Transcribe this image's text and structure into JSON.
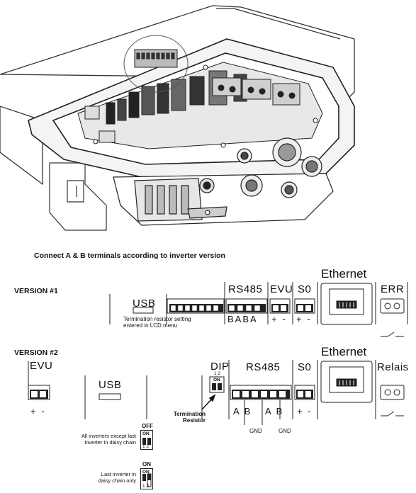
{
  "caption": "Connect A & B terminals according to inverter version",
  "version1": {
    "label": "VERSION #1",
    "usb": "USB",
    "rs485": "RS485",
    "evu": "EVU",
    "s0": "S0",
    "ethernet": "Ethernet",
    "err": "ERR",
    "rs485_pins": "BABA",
    "evu_pins": "+ -",
    "s0_pins": "+ -",
    "note_line1": "Termination resistor setting",
    "note_line2": "entered in LCD menu"
  },
  "version2": {
    "label": "VERSION #2",
    "evu": "EVU",
    "evu_pins": "+ -",
    "usb": "USB",
    "dip": "DIP",
    "dip_pins": "1 2",
    "dip_on": "ON",
    "rs485": "RS485",
    "s0": "S0",
    "s0_pins": "+ -",
    "ethernet": "Ethernet",
    "relais": "Relais",
    "rs485_pins_a": "A  B",
    "rs485_pins_b": "A B",
    "gnd1": "GND",
    "gnd2": "GND",
    "termination_line1": "Termination",
    "termination_line2": "Resistor"
  },
  "dip_off": {
    "state": "OFF",
    "on": "ON",
    "nums": "1 2",
    "desc_line1": "All inverters except last",
    "desc_line2": "inverter in daisy chain"
  },
  "dip_on_state": {
    "state": "ON",
    "on": "ON",
    "nums": "1 2",
    "desc_line1": "Last inverter in",
    "desc_line2": "daisy chain only"
  }
}
